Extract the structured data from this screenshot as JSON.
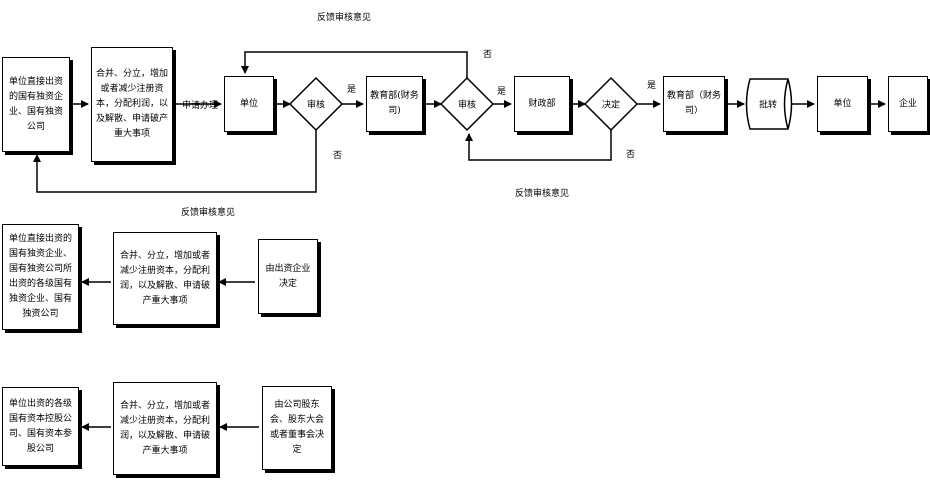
{
  "row1": {
    "source_box": "单位直接出资的国有独资企业、国有独资公司",
    "matters_box": "合并、分立，增加或者减少注册资本，分配利润，以及解散、申请破产重大事项",
    "apply_label": "申请办理",
    "unit_box": "单位",
    "review1": "审核",
    "yes1": "是",
    "no1": "否",
    "moe1": "教育部(财务司)",
    "review2": "审核",
    "yes2": "是",
    "no2": "否",
    "finance": "财政部",
    "decide": "决定",
    "yes3": "是",
    "no3": "否",
    "moe2": "教育部（财务司）",
    "approval": "批转",
    "unit2": "单位",
    "enterprise": "企业",
    "feedback_top": "反馈审核意见",
    "feedback_mid": "反馈审核意见",
    "feedback_left": "反馈审核意见"
  },
  "row2": {
    "source_box": "单位直接出资的国有独资企业、国有独资公司所出资的各级国有独资企业、国有独资公司",
    "matters_box": "合并、分立，增加或者减少注册资本，分配利润，以及解散、申请破产重大事项",
    "decision_box": "由出资企业决定"
  },
  "row3": {
    "source_box": "单位出资的各级国有资本控股公司、国有资本参股公司",
    "matters_box": "合并、分立，增加或者减少注册资本，分配利润，以及解散、申请破产重大事项",
    "decision_box": "由公司股东会、股东大会或者董事会决定"
  }
}
